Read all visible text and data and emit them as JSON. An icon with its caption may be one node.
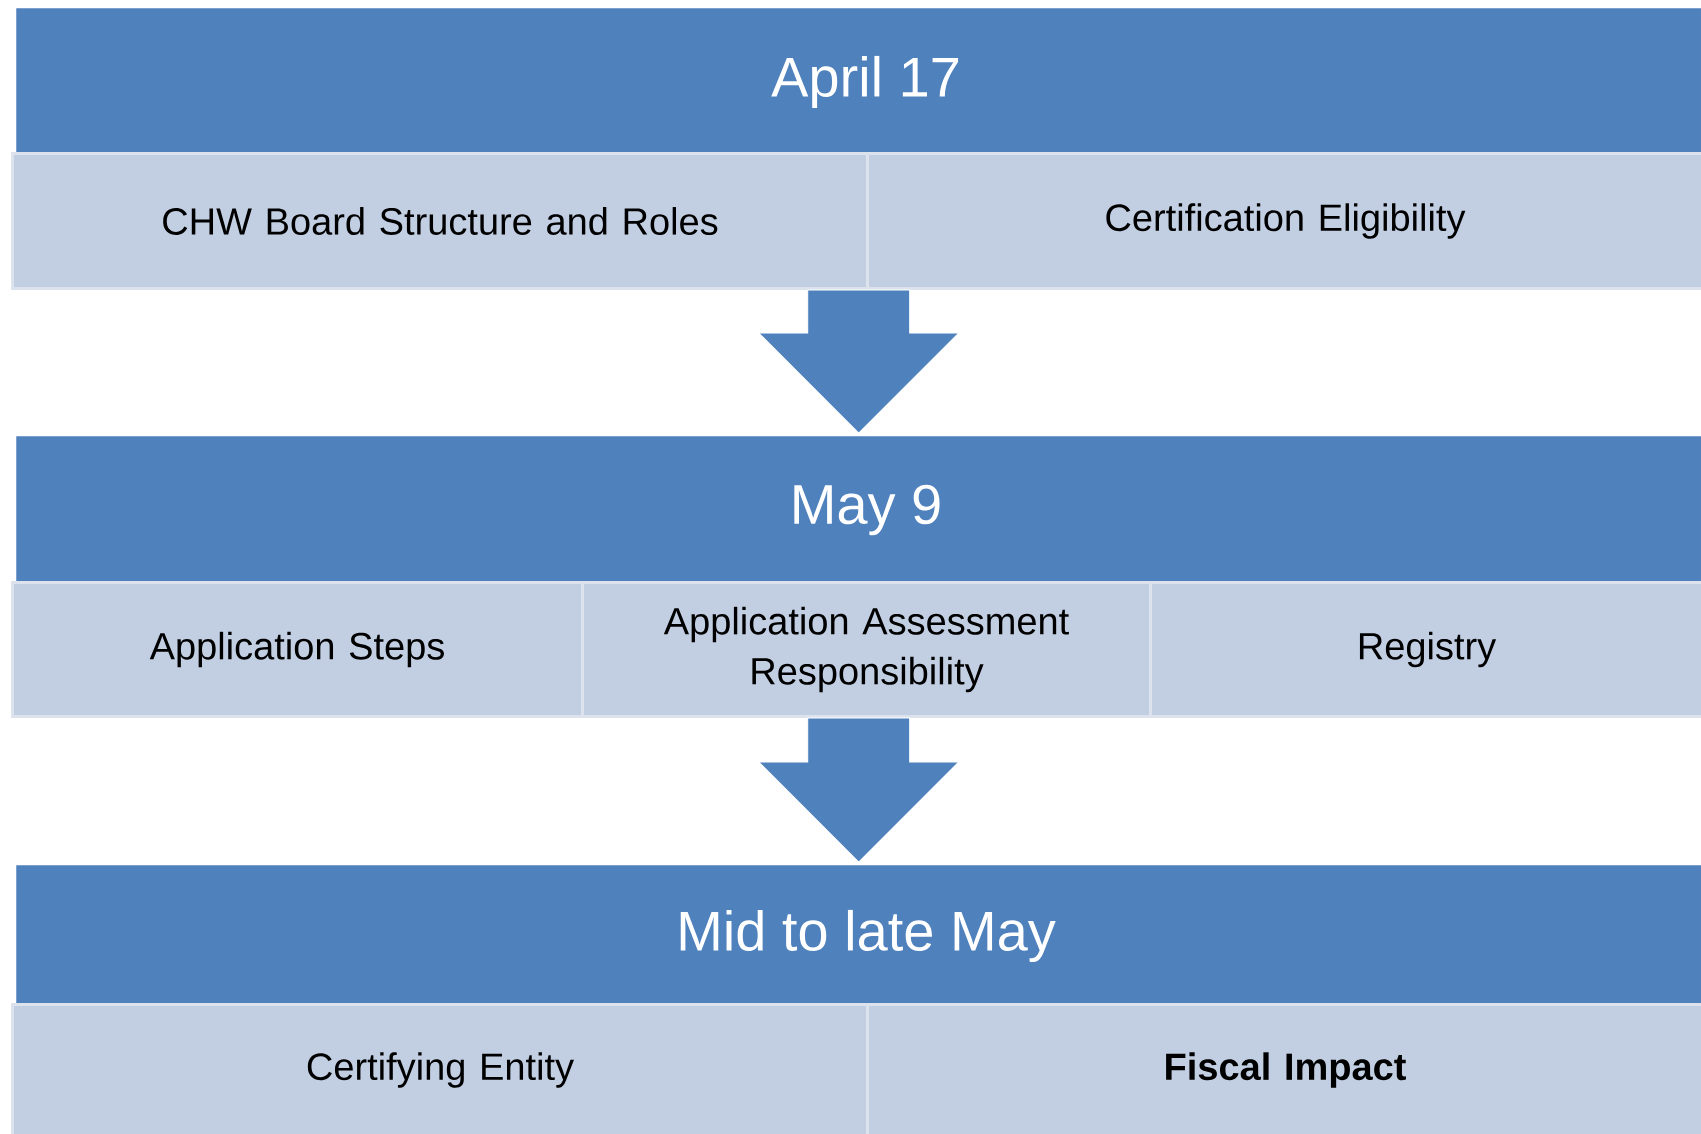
{
  "diagram": {
    "nodes": [
      {
        "text": [
          "April 17"
        ]
      },
      {
        "text": [
          "CHW Board Structure and Roles"
        ]
      },
      {
        "text": [
          "Certification Eligibility"
        ]
      },
      {
        "text": [
          "May 9"
        ]
      },
      {
        "text": [
          "Application Steps"
        ]
      },
      {
        "text": [
          "Application Assessment Responsibility"
        ]
      },
      {
        "text": [
          "Registry"
        ]
      },
      {
        "text": [
          "Mid to late May"
        ]
      },
      {
        "text": [
          "Certifying Entity"
        ]
      },
      {
        "text": [
          "Fiscal Impact"
        ]
      }
    ],
    "edges": [
      {
        "from": 0,
        "to": 3,
        "arrow": "to"
      },
      {
        "from": 3,
        "to": 7,
        "arrow": "to"
      }
    ]
  }
}
